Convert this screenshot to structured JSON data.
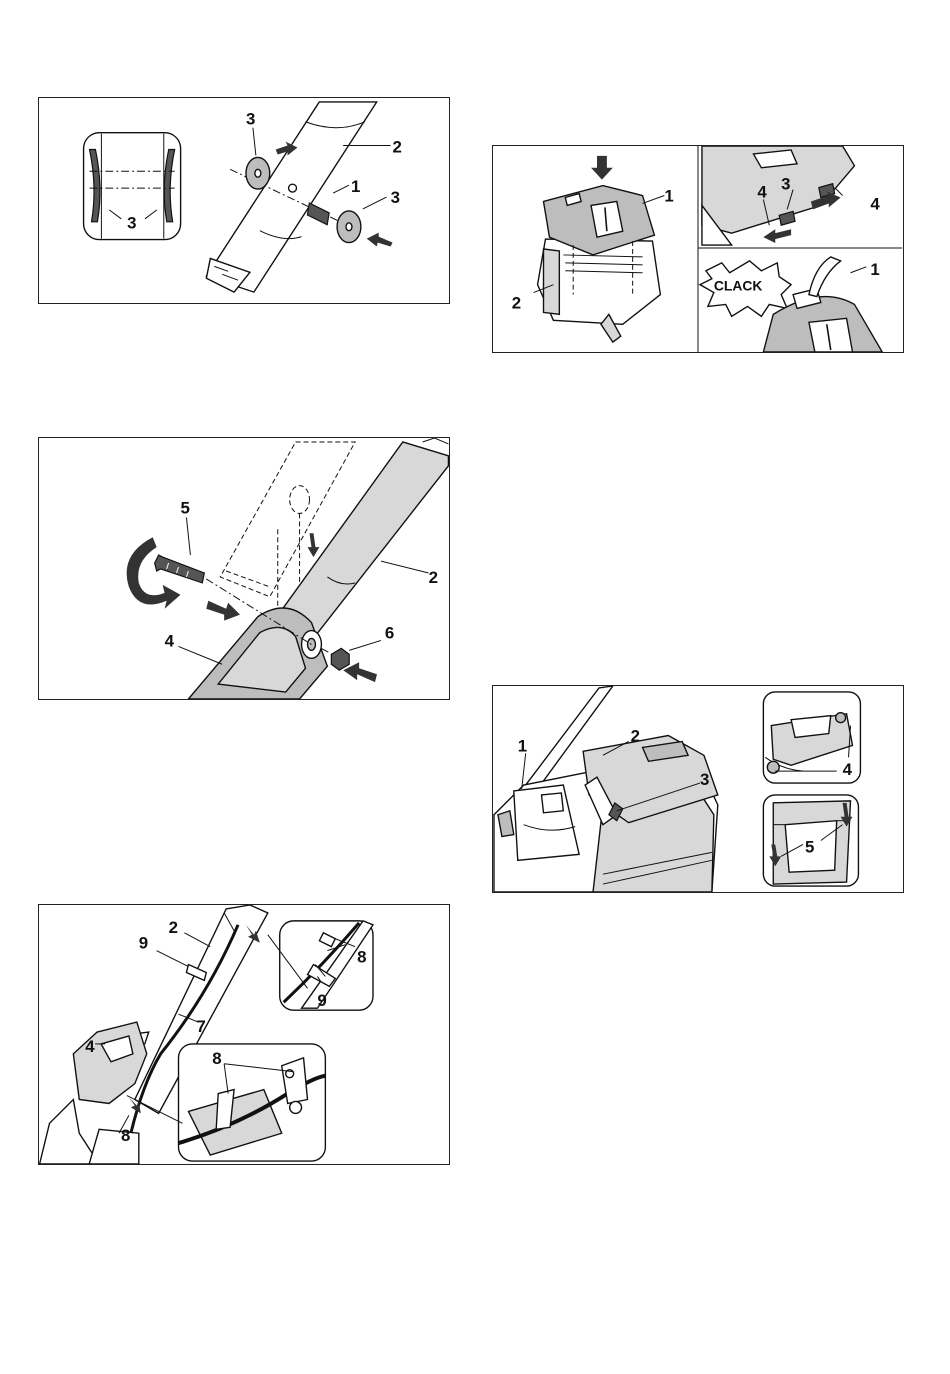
{
  "figures": {
    "fig_handle_spacers": {
      "labels": [
        "3",
        "2",
        "1",
        "3",
        "3",
        "3"
      ]
    },
    "fig_handle_bolt": {
      "labels": [
        "5",
        "2",
        "4",
        "6"
      ]
    },
    "fig_cable_clips": {
      "labels": [
        "2",
        "9",
        "7",
        "4",
        "8",
        "8",
        "9",
        "8"
      ]
    },
    "fig_catcher_lid": {
      "labels": [
        "1",
        "2",
        "4",
        "3",
        "4",
        "1"
      ],
      "clack_text": "CLACK"
    },
    "fig_catcher_mount": {
      "labels": [
        "1",
        "2",
        "3",
        "4",
        "5"
      ]
    }
  },
  "icons": [
    "push-arrow-icon",
    "rotate-arrow-icon",
    "press-arrow-icon"
  ],
  "colors": {
    "line": "#111111",
    "fill_grey": "#bdbdbd",
    "fill_light": "#d8d8d8",
    "arrow": "#333333"
  }
}
